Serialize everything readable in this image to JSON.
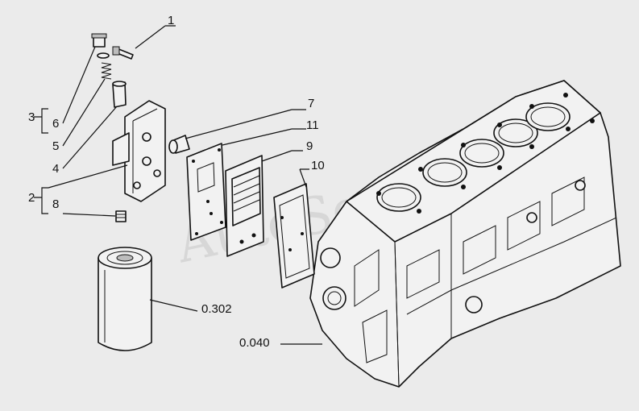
{
  "callouts": {
    "c1": "1",
    "c2": "2",
    "c3": "3",
    "c4": "4",
    "c5": "5",
    "c6": "6",
    "c7": "7",
    "c8": "8",
    "c9": "9",
    "c10": "10",
    "c11": "11",
    "ref_filter": "0.302",
    "ref_block": "0.040"
  },
  "watermark": "AutoSoft",
  "colors": {
    "background": "#ebebeb",
    "line": "#111111",
    "part_fill": "#f2f2f2",
    "shadow": "#bdbdbd"
  }
}
